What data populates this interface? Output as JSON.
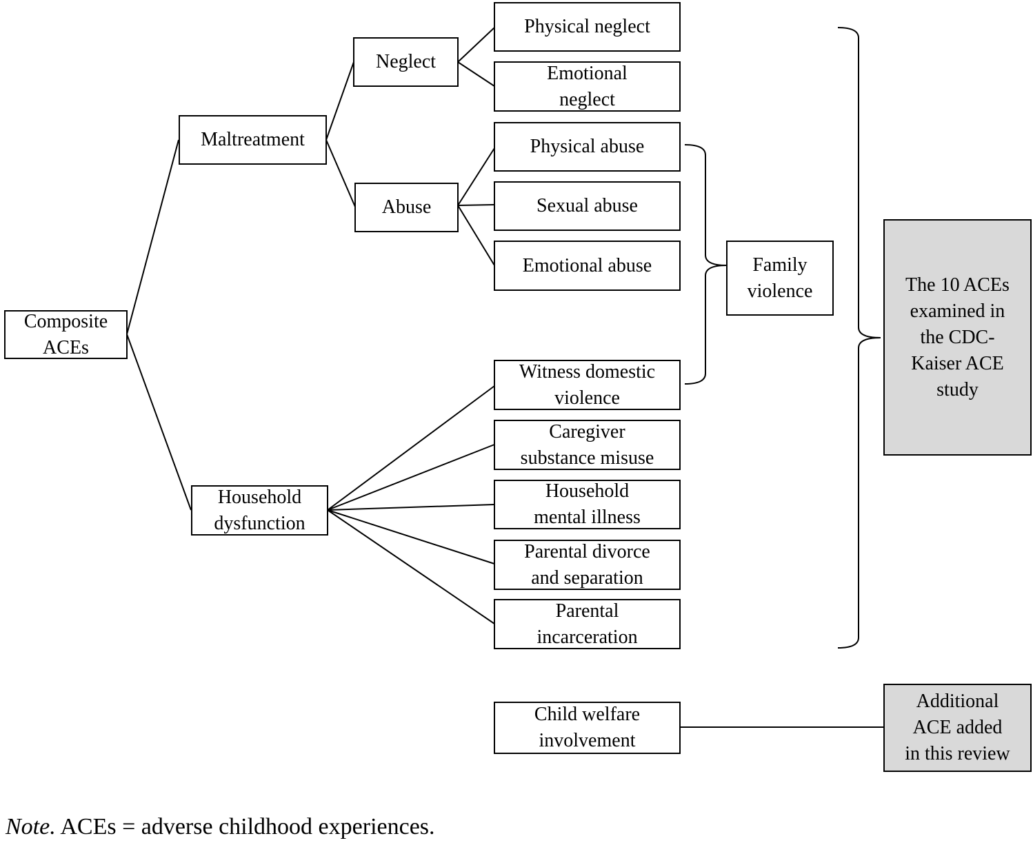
{
  "nodes": {
    "composite": "Composite\nACEs",
    "maltreatment": "Maltreatment",
    "household_dysfunction": "Household\ndysfunction",
    "neglect": "Neglect",
    "abuse": "Abuse",
    "physical_neglect": "Physical neglect",
    "emotional_neglect": "Emotional\nneglect",
    "physical_abuse": "Physical abuse",
    "sexual_abuse": "Sexual abuse",
    "emotional_abuse": "Emotional abuse",
    "witness_dv": "Witness domestic\nviolence",
    "caregiver_substance": "Caregiver\nsubstance misuse",
    "household_mental": "Household\nmental illness",
    "parental_divorce": "Parental divorce\nand separation",
    "parental_incarceration": "Parental\nincarceration",
    "child_welfare": "Child welfare\ninvolvement",
    "family_violence": "Family\nviolence",
    "ten_aces": "The 10 ACEs\nexamined in\nthe CDC-\nKaiser ACE\nstudy",
    "additional_ace": "Additional\nACE added\nin this review"
  },
  "note": {
    "label": "Note.",
    "text": " ACEs = adverse childhood experiences."
  }
}
